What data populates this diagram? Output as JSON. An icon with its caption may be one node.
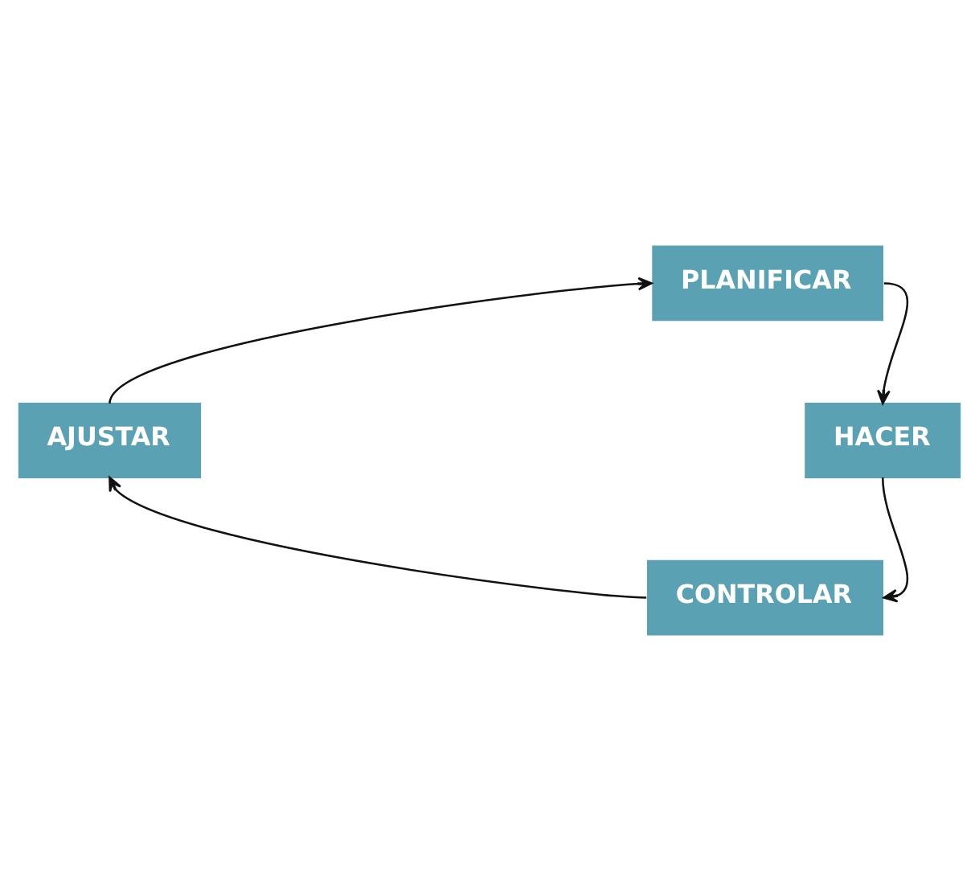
{
  "diagram": {
    "nodes": [
      {
        "text": [
          "PLANIFICAR"
        ]
      },
      {
        "text": [
          "HACER"
        ]
      },
      {
        "text": [
          "CONTROLAR"
        ]
      },
      {
        "text": [
          "AJUSTAR"
        ]
      }
    ],
    "edges": [
      {
        "from": 0,
        "to": 1,
        "arrow": "to"
      },
      {
        "from": 1,
        "to": 2,
        "arrow": "to"
      },
      {
        "from": 2,
        "to": 3,
        "arrow": "to"
      },
      {
        "from": 3,
        "to": 0,
        "arrow": "to"
      }
    ]
  }
}
